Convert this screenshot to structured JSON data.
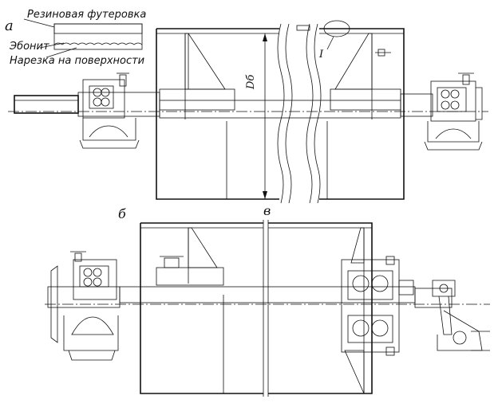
{
  "labels": {
    "view_a": "а",
    "view_b": "б",
    "view_v": "в",
    "rubber_lining": "Резиновая футеровка",
    "ebonite": "Эбонит",
    "surface_cut": "Нарезка на поверхности",
    "detail_mark": "I",
    "diameter": "Dб"
  }
}
